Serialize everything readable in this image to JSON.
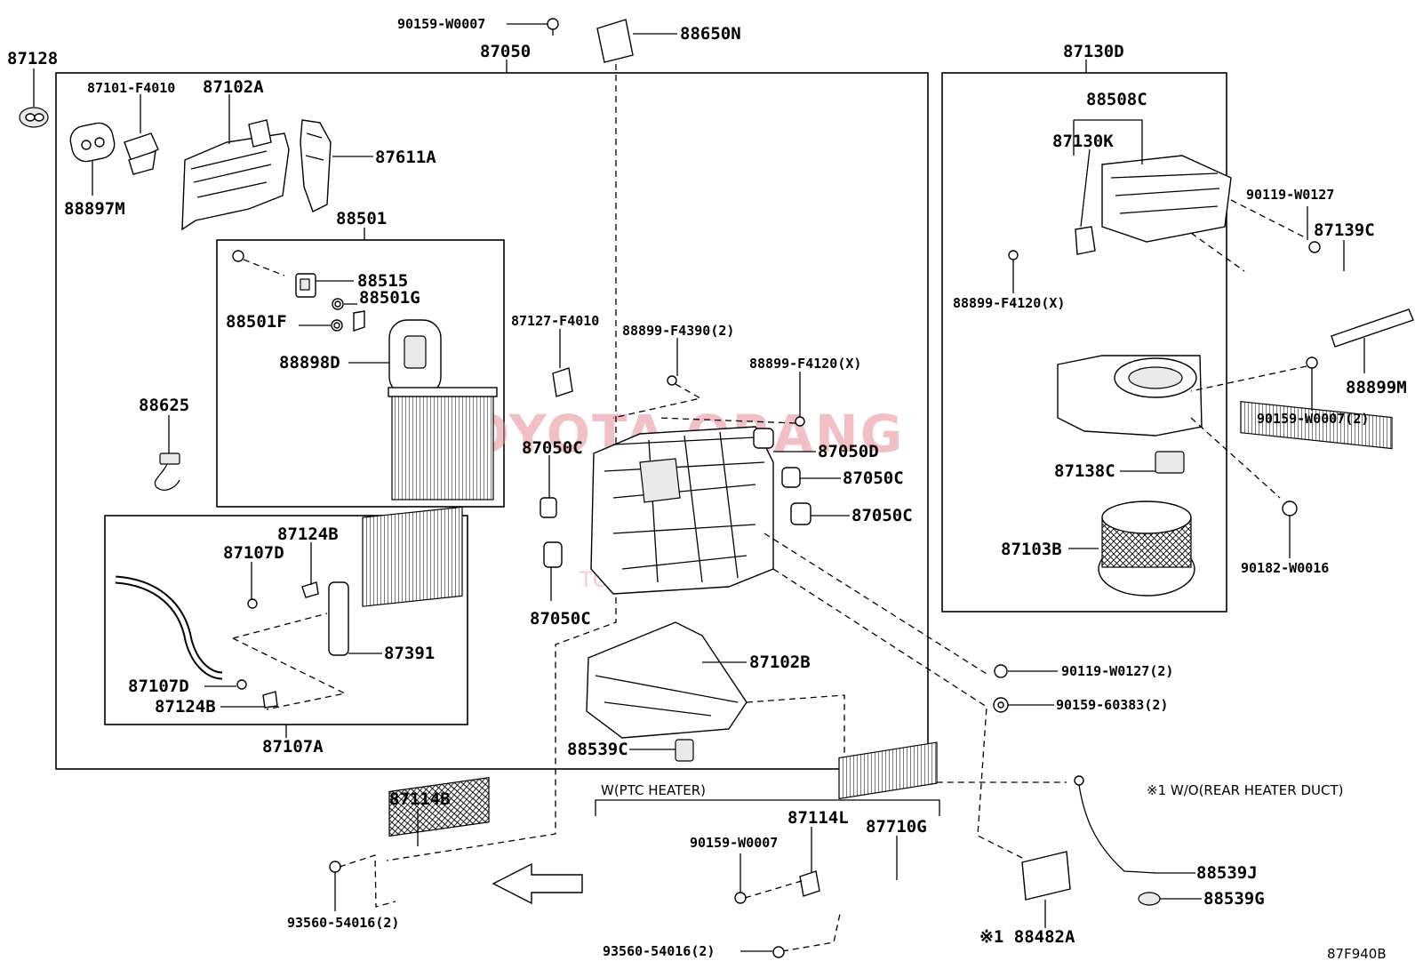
{
  "diagram": {
    "code": "87F940B",
    "watermark": "TOYOTA ORANG",
    "watermark_url": "TOYOTAPART.IR",
    "group_ptc_label": "W(PTC HEATER)",
    "note": "※1 W/O(REAR HEATER DUCT)",
    "labels": {
      "p87128": "87128",
      "p88897M": "88897M",
      "p87101F4010": "87101-F4010",
      "p87102A": "87102A",
      "p87611A": "87611A",
      "p87050": "87050",
      "p90159W0007_top": "90159-W0007",
      "p88650N": "88650N",
      "p88501": "88501",
      "p88515": "88515",
      "p88501G": "88501G",
      "p88501F": "88501F",
      "p88898D": "88898D",
      "p88625": "88625",
      "p87127F4010": "87127-F4010",
      "p88899F4390": "88899-F4390(2)",
      "p88899F4120X_mid": "88899-F4120(X)",
      "p87050C_1": "87050C",
      "p87050D": "87050D",
      "p87050C_2": "87050C",
      "p87050C_3": "87050C",
      "p87050C_4": "87050C",
      "p87124B_top": "87124B",
      "p87107D_top": "87107D",
      "p87391": "87391",
      "p87107D_bot": "87107D",
      "p87124B_bot": "87124B",
      "p87107A": "87107A",
      "p87102B": "87102B",
      "p88539C": "88539C",
      "p87130D": "87130D",
      "p88508C": "88508C",
      "p87130K": "87130K",
      "p90119W0127_top": "90119-W0127",
      "p87139C": "87139C",
      "p88899F4120X_right": "88899-F4120(X)",
      "p88899M": "88899M",
      "p90159W0007_2": "90159-W0007(2)",
      "p87138C": "87138C",
      "p90182W0016": "90182-W0016",
      "p87103B": "87103B",
      "p90119W0127_2": "90119-W0127(2)",
      "p9015960383": "90159-60383(2)",
      "p87114B": "87114B",
      "p93560_54016_left": "93560-54016(2)",
      "p87114L": "87114L",
      "p90159W0007_bot": "90159-W0007",
      "p87710G": "87710G",
      "p93560_54016_bot": "93560-54016(2)",
      "p88482A": "※1 88482A",
      "p88539J": "88539J",
      "p88539G": "88539G"
    }
  }
}
